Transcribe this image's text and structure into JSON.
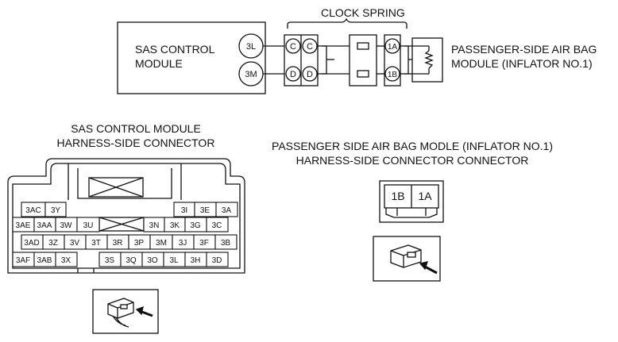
{
  "wiring": {
    "clock_spring_label": "CLOCK SPRING",
    "sas_module_line1": "SAS CONTROL",
    "sas_module_line2": "MODULE",
    "sas_pins": [
      "3L",
      "3M"
    ],
    "clock_spring_terminals": [
      "C",
      "C",
      "D",
      "D"
    ],
    "airbag_pins": [
      "1A",
      "1B"
    ],
    "airbag_label_line1": "PASSENGER-SIDE AIR BAG",
    "airbag_label_line2": "MODULE (INFLATOR NO.1)"
  },
  "sas_connector": {
    "title_line1": "SAS CONTROL MODULE",
    "title_line2": "HARNESS-SIDE CONNECTOR",
    "row1": [
      "3AC",
      "3Y",
      "3I",
      "3E",
      "3A"
    ],
    "row2": [
      "3AE",
      "3AA",
      "3W",
      "3U",
      "3N",
      "3K",
      "3G",
      "3C"
    ],
    "row3": [
      "3AD",
      "3Z",
      "3V",
      "3T",
      "3R",
      "3P",
      "3M",
      "3J",
      "3F",
      "3B"
    ],
    "row4": [
      "3AF",
      "3AB",
      "3X",
      "3S",
      "3Q",
      "3O",
      "3L",
      "3H",
      "3D"
    ]
  },
  "airbag_connector": {
    "title_line1": "PASSENGER SIDE AIR BAG MODLE (INFLATOR NO.1)",
    "title_line2": "HARNESS-SIDE CONNECTOR CONNECTOR",
    "pins": [
      "1B",
      "1A"
    ]
  }
}
